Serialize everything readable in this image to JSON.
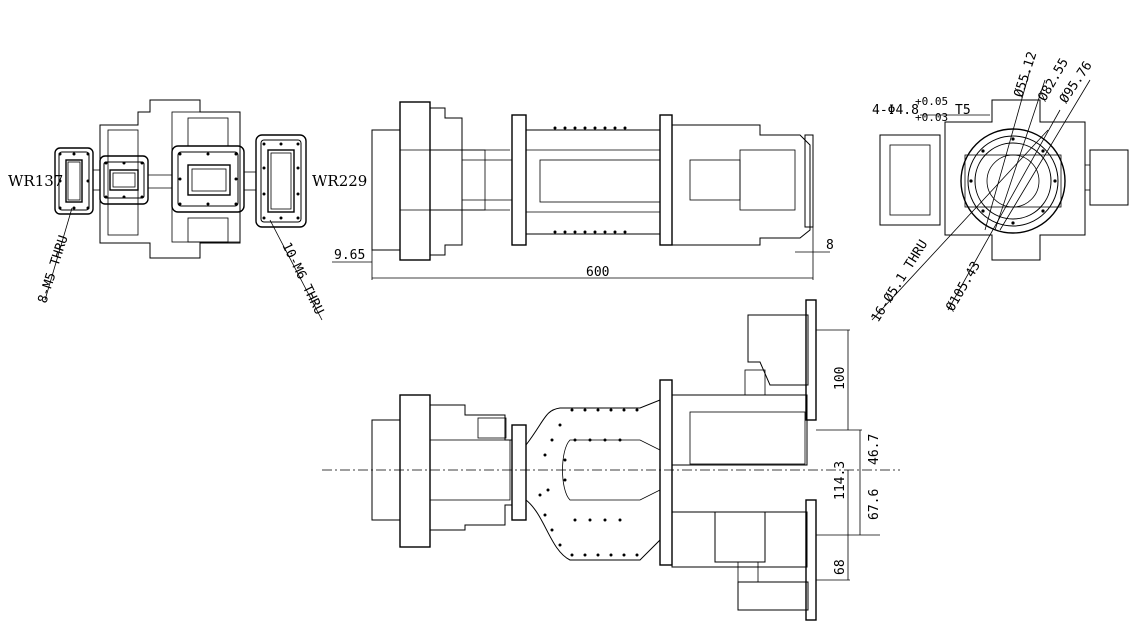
{
  "labels": {
    "wr137": "WR137",
    "wr229": "WR229",
    "m5_holes": "8-M5 THRU",
    "m6_holes": "10-M6 THRU",
    "d9_65": "9.65",
    "d600": "600",
    "d8": "8",
    "pin_holes": "4-Φ4.8",
    "tol_plus": "+0.05",
    "tol_plus2": "+0.03",
    "t5": "T5",
    "d55": "Ø55.12",
    "d82": "Ø82.55",
    "d95": "Ø95.76",
    "d105": "Ø105.43",
    "bolt_holes": "16-Ø5.1 THRU",
    "d100": "100",
    "d46": "46.7",
    "d114": "114.3",
    "d67": "67.6",
    "d68": "68"
  }
}
